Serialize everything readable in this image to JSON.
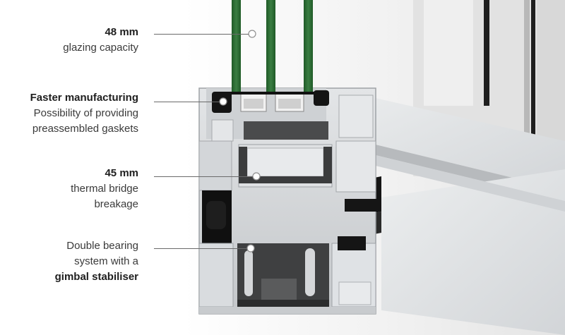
{
  "callouts": [
    {
      "id": "glazing",
      "lines": [
        {
          "text": "48 mm",
          "bold": true
        },
        {
          "text": "glazing capacity",
          "bold": false
        }
      ]
    },
    {
      "id": "manufacturing",
      "lines": [
        {
          "text": "Faster manufacturing",
          "bold": true
        },
        {
          "text": "Possibility of providing",
          "bold": false
        },
        {
          "text": "preassembled gaskets",
          "bold": false
        }
      ]
    },
    {
      "id": "thermal",
      "lines": [
        {
          "text": "45 mm",
          "bold": true
        },
        {
          "text": "thermal bridge",
          "bold": false
        },
        {
          "text": "breakage",
          "bold": false
        }
      ]
    },
    {
      "id": "bearing",
      "lines": [
        {
          "text": "Double bearing",
          "bold": false
        },
        {
          "text": "system with a",
          "bold": false
        },
        {
          "text": "gimbal stabiliser",
          "bold": true
        }
      ]
    }
  ],
  "colors": {
    "glass": "#2f6e37",
    "aluminium": "#d7d9db",
    "insulation": "#3a3b3c",
    "text": "#3a3a3a"
  }
}
